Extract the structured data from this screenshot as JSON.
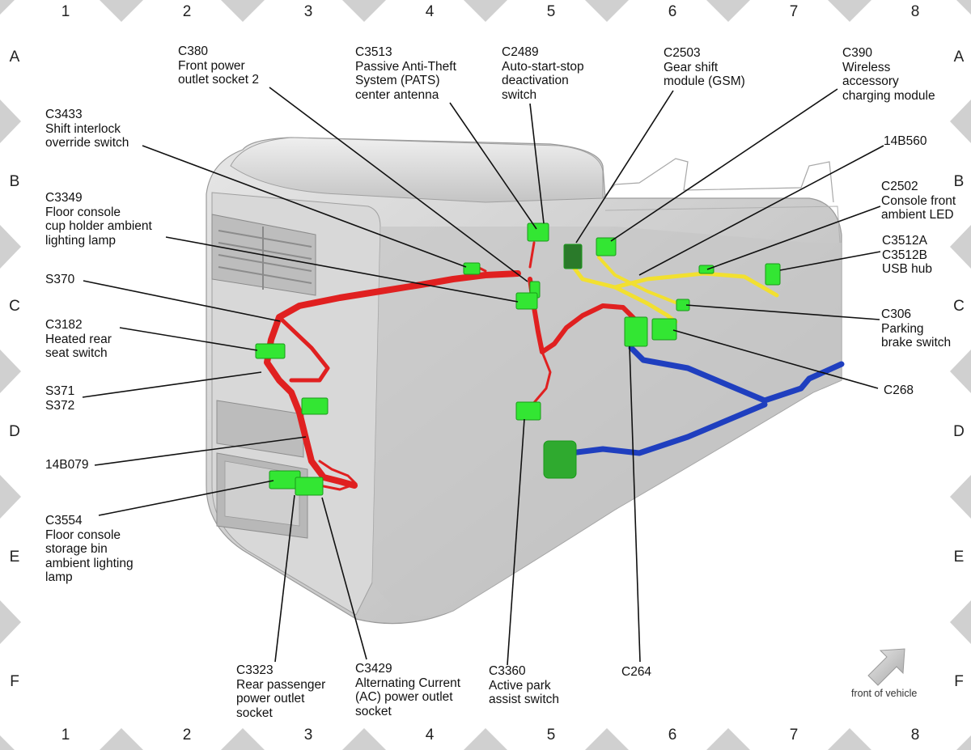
{
  "grid": {
    "columns": [
      "1",
      "2",
      "3",
      "4",
      "5",
      "6",
      "7",
      "8"
    ],
    "rows": [
      "A",
      "B",
      "C",
      "D",
      "E",
      "F"
    ]
  },
  "colors": {
    "console_body": "#c9c9c9",
    "connector": "#33e633",
    "harness_red": "#e02020",
    "harness_yellow": "#f2e030",
    "harness_blue": "#1f3fbf",
    "border_triangle": "#d0d0d0"
  },
  "callouts": {
    "c380": [
      "C380",
      "Front power",
      "outlet socket 2"
    ],
    "c3513": [
      "C3513",
      "Passive Anti-Theft",
      "System (PATS)",
      "center antenna"
    ],
    "c2489": [
      "C2489",
      "Auto-start-stop",
      "deactivation",
      "switch"
    ],
    "c2503": [
      "C2503",
      "Gear shift",
      "module (GSM)"
    ],
    "c390": [
      "C390",
      "Wireless",
      "accessory",
      "charging module"
    ],
    "c3433": [
      "C3433",
      "Shift interlock",
      "override switch"
    ],
    "b14b560": [
      "14B560"
    ],
    "c2502": [
      "C2502",
      "Console front",
      "ambient LED"
    ],
    "c3349": [
      "C3349",
      "Floor console",
      "cup holder ambient",
      "lighting lamp"
    ],
    "c3512": [
      "C3512A",
      "C3512B",
      "USB hub"
    ],
    "s370": [
      "S370"
    ],
    "c306": [
      "C306",
      "Parking",
      "brake switch"
    ],
    "c3182": [
      "C3182",
      "Heated rear",
      "seat switch"
    ],
    "c268": [
      "C268"
    ],
    "s371": [
      "S371",
      "S372"
    ],
    "b14b079": [
      "14B079"
    ],
    "c3554": [
      "C3554",
      "Floor console",
      "storage bin",
      "ambient lighting",
      "lamp"
    ],
    "c3323": [
      "C3323",
      "Rear passenger",
      "power outlet",
      "socket"
    ],
    "c3429": [
      "C3429",
      "Alternating Current",
      "(AC) power outlet",
      "socket"
    ],
    "c3360": [
      "C3360",
      "Active park",
      "assist switch"
    ],
    "c264": [
      "C264"
    ]
  },
  "front_of_vehicle": "front of vehicle",
  "icons": {
    "front_arrow": "front-arrow-icon"
  }
}
